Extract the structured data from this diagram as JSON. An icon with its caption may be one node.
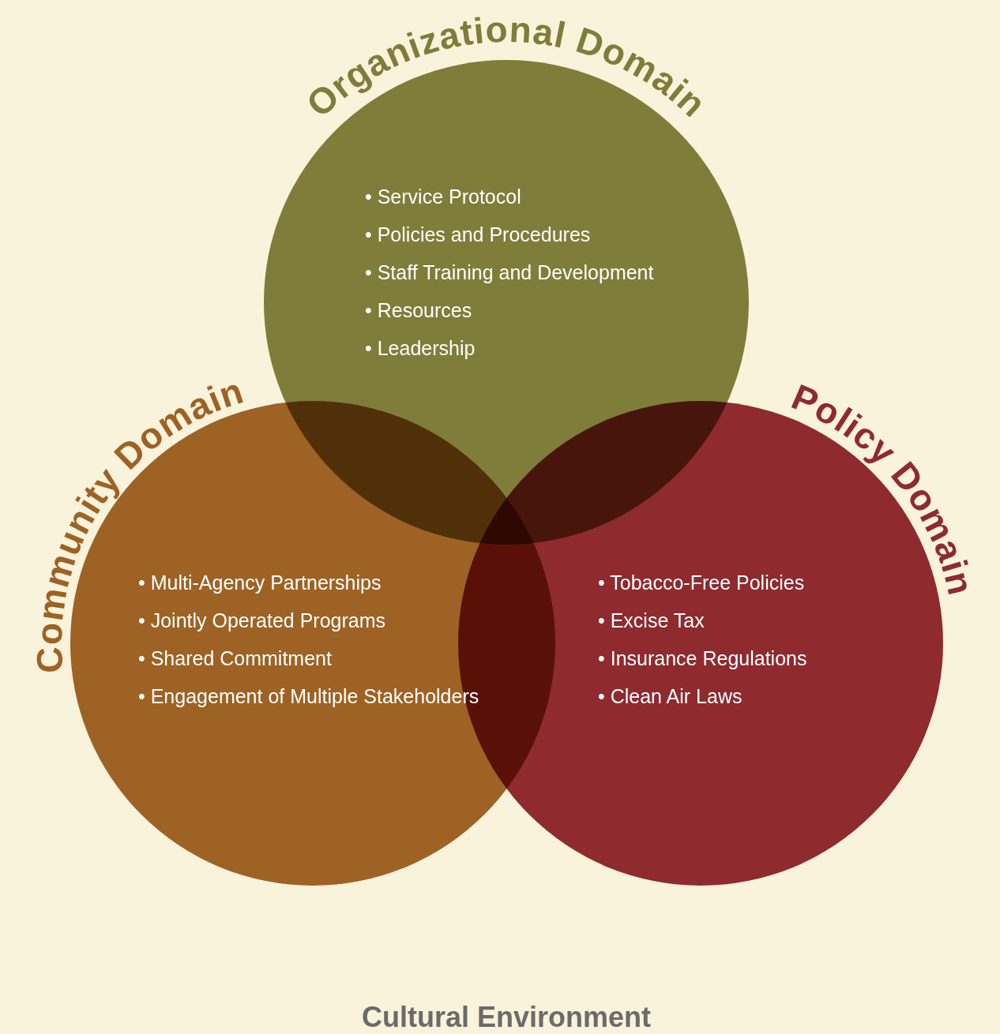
{
  "diagram": {
    "nodes": [
      {
        "text": [
          "Organizational Domain",
          "• Service Protocol",
          "• Policies and Procedures",
          "• Staff Training and Development",
          "• Resources",
          "• Leadership"
        ]
      },
      {
        "text": [
          "Community Domain",
          "• Multi-Agency Partnerships",
          "• Jointly Operated Programs",
          "• Shared Commitment",
          "• Engagement of Multiple Stakeholders"
        ]
      },
      {
        "text": [
          "Policy Domain",
          "• Tobacco-Free Policies",
          "• Excise Tax",
          "• Insurance Regulations",
          "• Clean Air Laws"
        ]
      }
    ],
    "edges": [],
    "labels": [
      "Cultural Environment"
    ]
  }
}
